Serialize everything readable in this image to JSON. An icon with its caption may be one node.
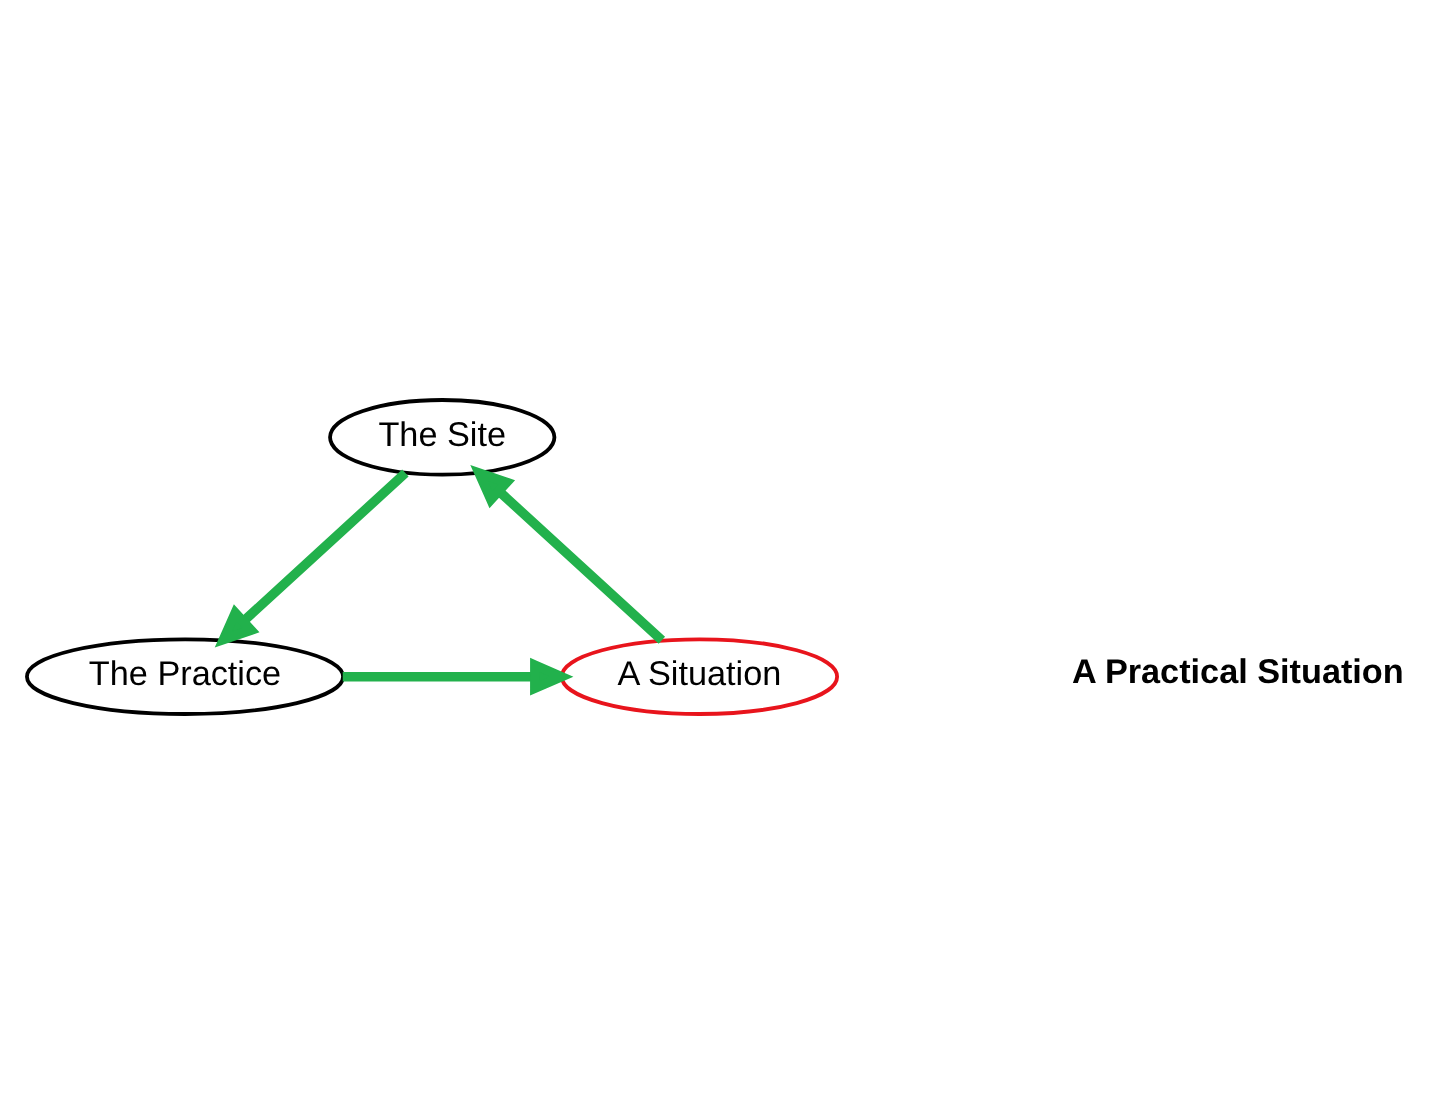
{
  "diagram": {
    "nodes": [
      {
        "text": [
          "The Site"
        ]
      },
      {
        "text": [
          "The Practice"
        ]
      },
      {
        "text": [
          "A Situation"
        ]
      }
    ],
    "edges": [
      {
        "from": 0,
        "to": 1,
        "arrow": "to"
      },
      {
        "from": 1,
        "to": 2,
        "arrow": "to"
      },
      {
        "from": 2,
        "to": 0,
        "arrow": "to"
      }
    ],
    "labels": [
      "A Practical Situation"
    ]
  }
}
